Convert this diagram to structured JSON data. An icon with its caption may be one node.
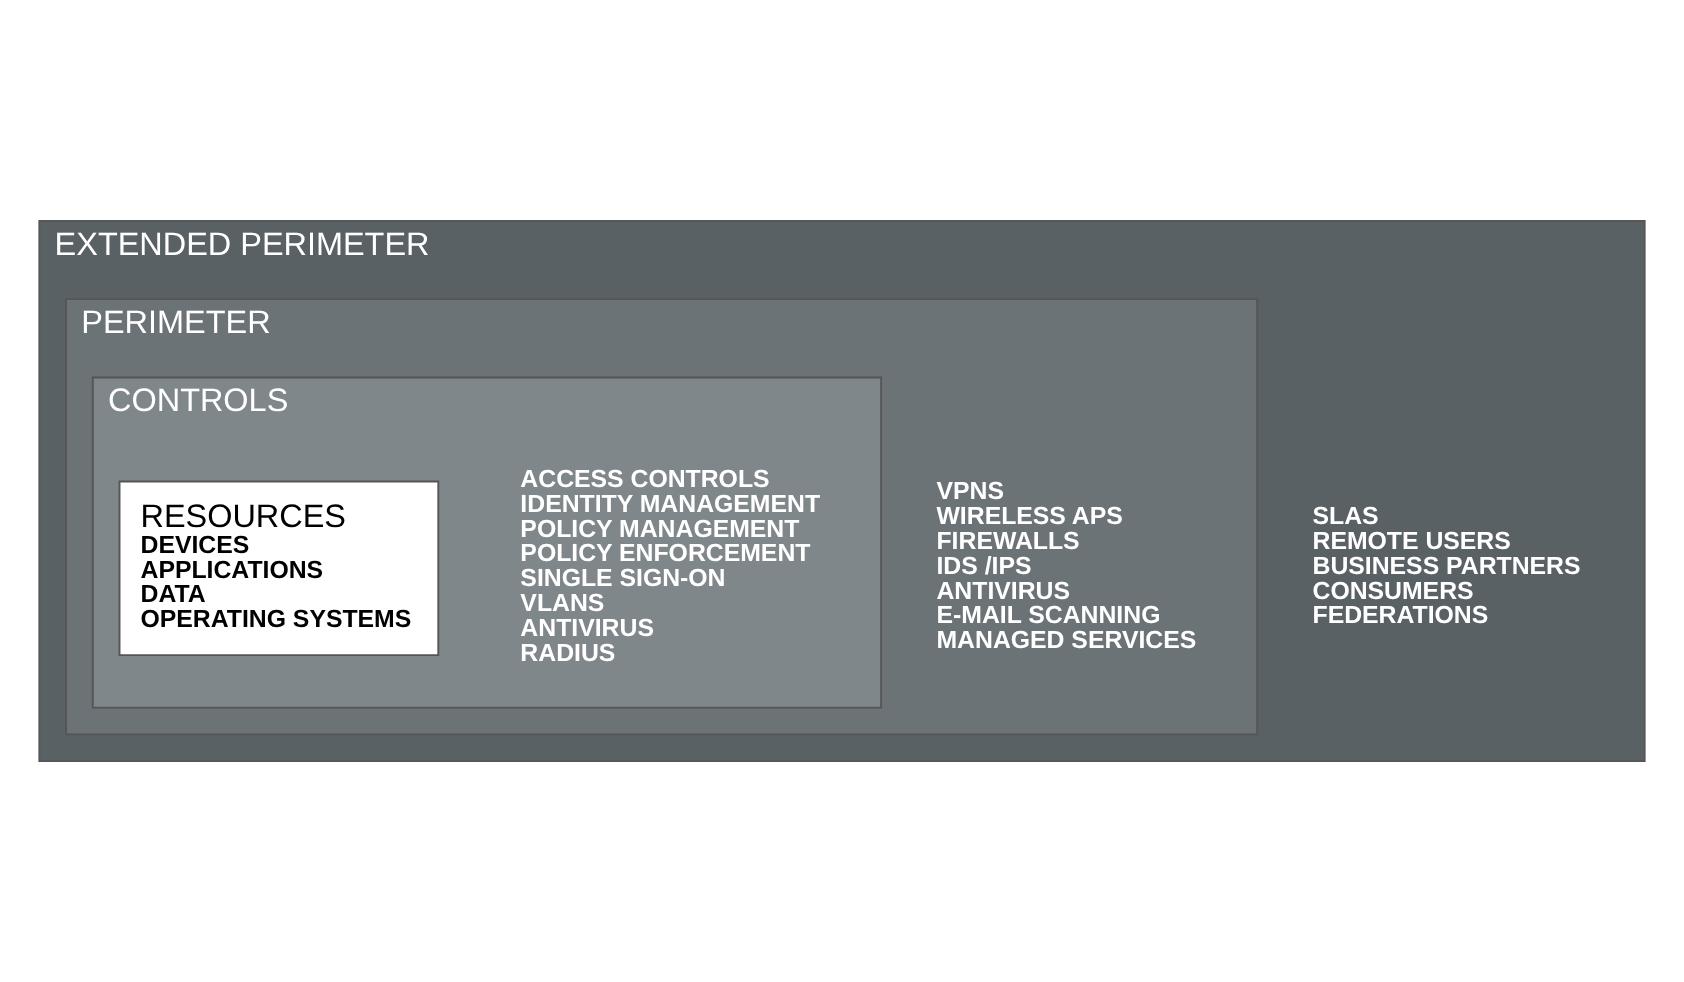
{
  "diagram": {
    "nodes": [
      {
        "text": [
          "EXTENDED PERIMETER",
          "SLAS",
          "REMOTE USERS",
          "BUSINESS PARTNERS",
          "CONSUMERS",
          "FEDERATIONS"
        ]
      },
      {
        "text": [
          "PERIMETER",
          "VPNS",
          "WIRELESS APS",
          "FIREWALLS",
          "IDS /IPS",
          "ANTIVIRUS",
          "E-MAIL SCANNING",
          "MANAGED SERVICES"
        ],
        "in": 0
      },
      {
        "text": [
          "CONTROLS",
          "ACCESS CONTROLS",
          "IDENTITY MANAGEMENT",
          "POLICY MANAGEMENT",
          "POLICY ENFORCEMENT",
          "SINGLE SIGN-ON",
          "VLANS",
          "ANTIVIRUS",
          "RADIUS"
        ],
        "in": 1
      },
      {
        "text": [
          "RESOURCES",
          "DEVICES",
          "APPLICATIONS",
          "DATA",
          "OPERATING SYSTEMS"
        ],
        "in": 2
      }
    ]
  }
}
